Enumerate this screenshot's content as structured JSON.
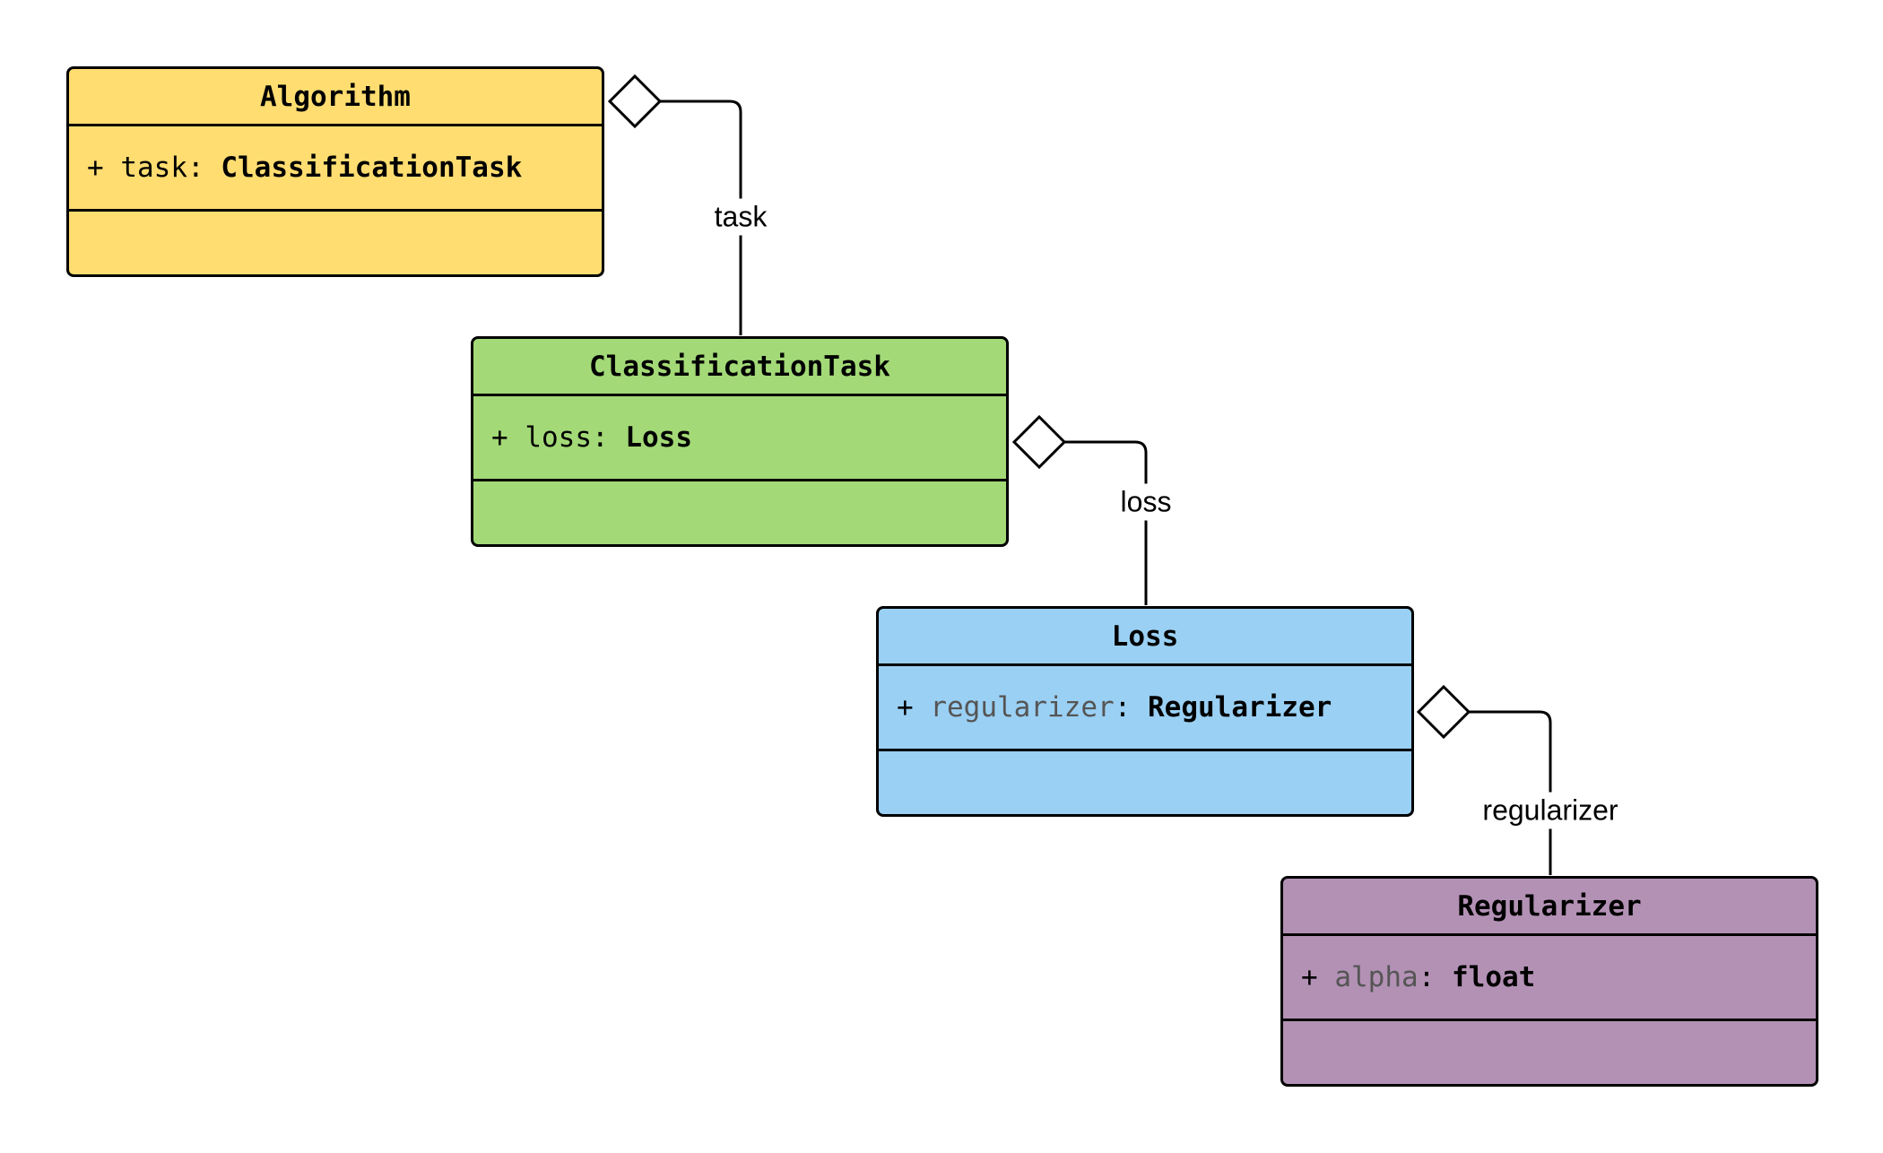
{
  "classes": [
    {
      "name": "Algorithm",
      "attr_visibility": "+",
      "attr_name": "task",
      "attr_sep": ":",
      "attr_type": "ClassificationTask",
      "fill": "#FFDD71"
    },
    {
      "name": "ClassificationTask",
      "attr_visibility": "+",
      "attr_name": "loss",
      "attr_sep": ":",
      "attr_type": "Loss",
      "fill": "#A3D977"
    },
    {
      "name": "Loss",
      "attr_visibility": "+",
      "attr_name": "regularizer",
      "attr_sep": ":",
      "attr_type": "Regularizer",
      "fill": "#9AD0F3"
    },
    {
      "name": "Regularizer",
      "attr_visibility": "+",
      "attr_name": "alpha",
      "attr_sep": ":",
      "attr_type": "float",
      "fill": "#B391B5"
    }
  ],
  "relations": [
    {
      "type": "aggregation",
      "from": "Algorithm",
      "to": "ClassificationTask",
      "label": "task"
    },
    {
      "type": "aggregation",
      "from": "ClassificationTask",
      "to": "Loss",
      "label": "loss"
    },
    {
      "type": "aggregation",
      "from": "Loss",
      "to": "Regularizer",
      "label": "regularizer"
    }
  ]
}
